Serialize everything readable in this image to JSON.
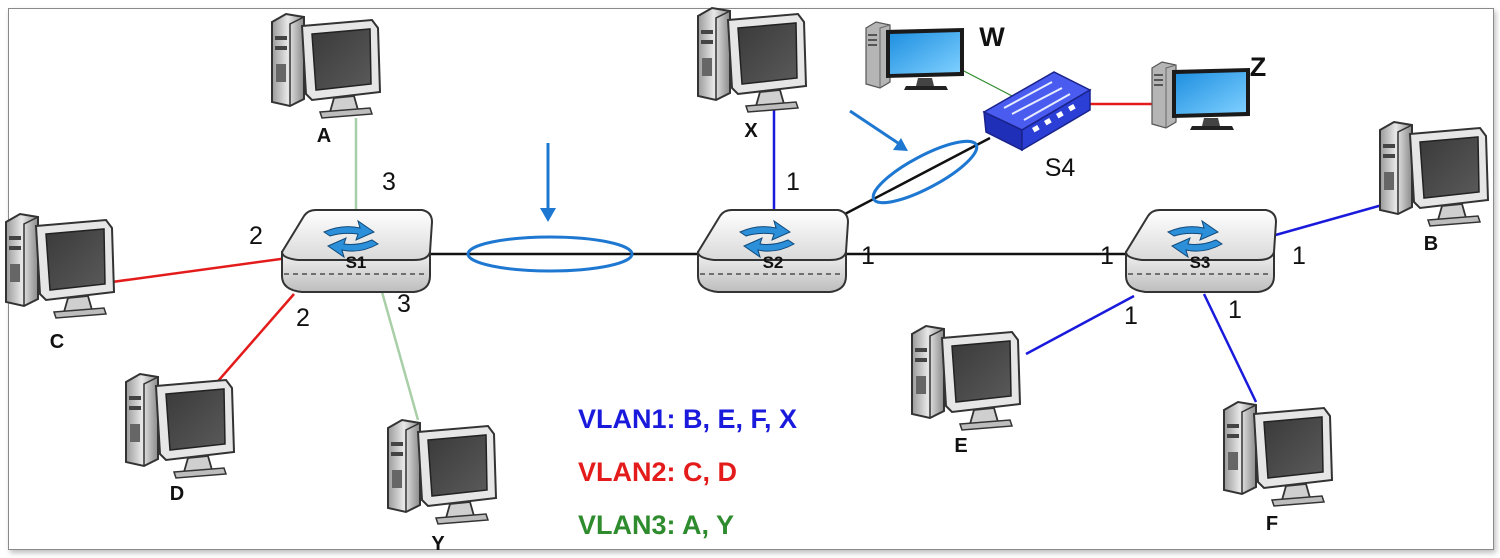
{
  "colors": {
    "vlan1": "#1a1adc",
    "vlan2": "#e41b1b",
    "vlan3": "#2e8b2e",
    "vlan3_link": "#a8cfa8",
    "trunk": "#111111",
    "highlight": "#1e78d2",
    "s4_body": "#2b3fd6"
  },
  "hosts": {
    "A": "A",
    "B": "B",
    "C": "C",
    "D": "D",
    "E": "E",
    "F": "F",
    "X": "X",
    "Y": "Y",
    "W": "W",
    "Z": "Z"
  },
  "switches": {
    "s1": "S1",
    "s2": "S2",
    "s3": "S3",
    "s4": "S4"
  },
  "ports": {
    "s1_a": "3",
    "s1_c": "2",
    "s1_d": "2",
    "s1_y": "3",
    "s2_x": "1",
    "s2_s3": "1",
    "s3_s2": "1",
    "s3_b": "1",
    "s3_e": "1",
    "s3_f": "1"
  },
  "legend": {
    "vlan1": "VLAN1: B, E, F, X",
    "vlan2": "VLAN2: C, D",
    "vlan3": "VLAN3: A, Y"
  }
}
